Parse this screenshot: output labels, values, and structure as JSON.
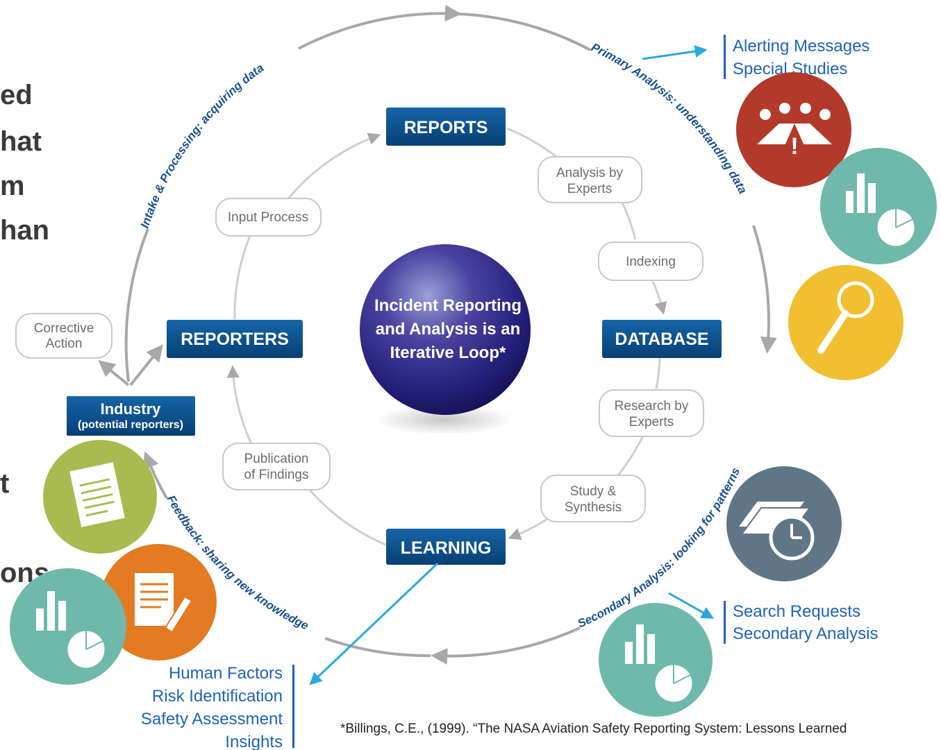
{
  "left_text_fragments": [
    "ed",
    "hat",
    "m",
    "han",
    "t",
    "ons"
  ],
  "center_title": [
    "Incident Reporting",
    "and Analysis is an",
    "Iterative Loop*"
  ],
  "nodes": {
    "reports": "REPORTS",
    "database": "DATABASE",
    "learning": "LEARNING",
    "reporters": "REPORTERS",
    "industry": "Industry",
    "industry_sub": "(potential reporters)"
  },
  "steps": {
    "analysis_by_experts": [
      "Analysis by",
      "Experts"
    ],
    "indexing": [
      "Indexing"
    ],
    "research_by_experts": [
      "Research by",
      "Experts"
    ],
    "study_synthesis": [
      "Study &",
      "Synthesis"
    ],
    "publication_of_findings": [
      "Publication",
      "of Findings"
    ],
    "input_process": [
      "Input Process"
    ],
    "corrective_action": [
      "Corrective",
      "Action"
    ]
  },
  "arc_labels": {
    "intake": "Intake & Processing: acquiring data",
    "primary": "Primary Analysis: understanding data",
    "secondary": "Secondary Analysis: looking for patterns",
    "feedback": "Feedback: sharing new knowledge"
  },
  "outputs": {
    "primary": [
      "Alerting Messages",
      "Special Studies"
    ],
    "secondary": [
      "Search Requests",
      "Secondary Analysis"
    ],
    "feedback": [
      "Human Factors",
      "Risk Identification",
      "Safety Assessment",
      "Insights"
    ]
  },
  "icons": {
    "meeting": "meeting-alert-icon",
    "chart": "bar-pie-chart-icon",
    "search": "magnifier-icon",
    "documents_clock": "documents-clock-icon",
    "report": "report-document-icon",
    "edit": "edit-document-icon"
  },
  "colors": {
    "node_box": "#0b4f8c",
    "red": "#b33a2b",
    "teal": "#6fb8ac",
    "yellow": "#f0c030",
    "slate": "#5f7687",
    "olive": "#a9bb50",
    "orange": "#e47a22",
    "label_blue": "#1f62b8",
    "arrow_blue": "#29a8e0"
  },
  "citation": "*Billings, C.E., (1999).  “The NASA Aviation Safety Reporting System: Lessons Learned"
}
